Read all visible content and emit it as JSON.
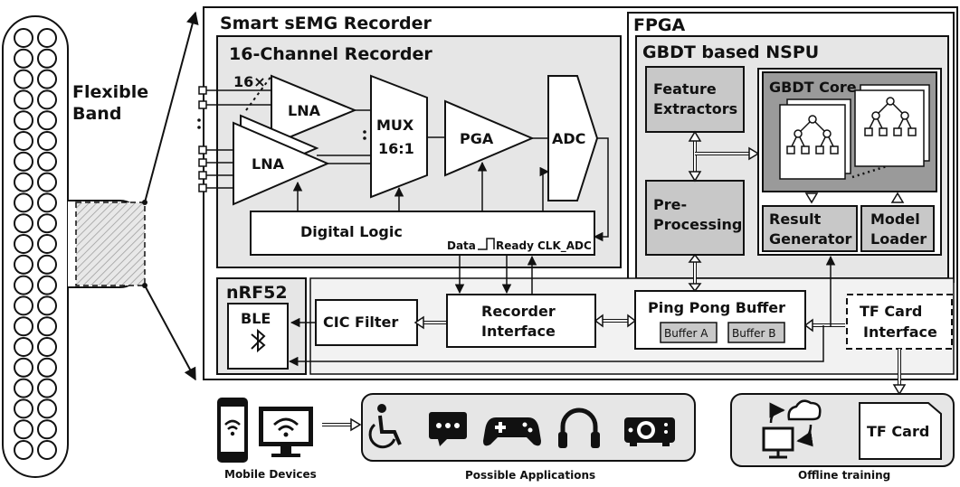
{
  "band": {
    "label_line1": "Flexible",
    "label_line2": "Band"
  },
  "recorder": {
    "title": "Smart sEMG Recorder",
    "channel_title": "16-Channel Recorder",
    "count": "16×",
    "lna": "LNA",
    "mux_line1": "MUX",
    "mux_line2": "16:1",
    "pga": "PGA",
    "adc": "ADC",
    "digital_logic": "Digital Logic",
    "sig_data": "Data",
    "sig_ready": "Ready",
    "sig_clk": "CLK_ADC"
  },
  "fpga": {
    "title": "FPGA",
    "nspu_title": "GBDT based NSPU",
    "feature_line1": "Feature",
    "feature_line2": "Extractors",
    "pre_line1": "Pre-",
    "pre_line2": "Processing",
    "core_title": "GBDT Core",
    "result_line1": "Result",
    "result_line2": "Generator",
    "model_line1": "Model",
    "model_line2": "Loader"
  },
  "nrf": {
    "title": "nRF52",
    "ble": "BLE",
    "bluetooth_icon": "bluetooth-icon"
  },
  "blocks": {
    "cic": "CIC Filter",
    "rec_if_line1": "Recorder",
    "rec_if_line2": "Interface",
    "pingpong": "Ping Pong Buffer",
    "buffer_a": "Buffer A",
    "buffer_b": "Buffer B",
    "tf_if_line1": "TF Card",
    "tf_if_line2": "Interface"
  },
  "bottom": {
    "mobile_caption": "Mobile Devices",
    "apps_caption": "Possible Applications",
    "offline_caption": "Offline training",
    "tf_card": "TF Card",
    "mobile_icons": [
      "phone-wifi-icon",
      "monitor-wifi-icon"
    ],
    "app_icons": [
      "wheelchair-icon",
      "chat-icon",
      "gamepad-icon",
      "headphones-icon",
      "projector-icon"
    ],
    "offline_icons": [
      "cloud-sync-icon",
      "sd-card-icon"
    ]
  },
  "colors": {
    "panel": "#e6e6e6",
    "block_dark": "#c8c8c8",
    "core": "#9a9a9a",
    "line": "#111111"
  }
}
